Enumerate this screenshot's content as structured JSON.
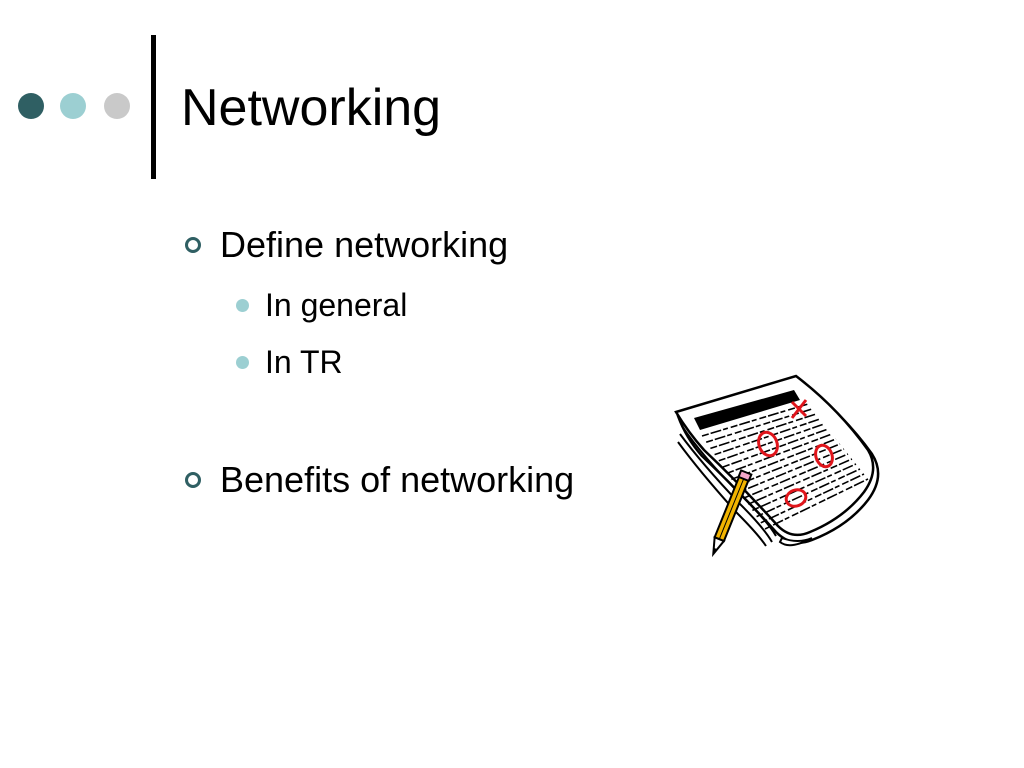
{
  "slide": {
    "title": "Networking",
    "bullets": [
      {
        "text": "Define networking",
        "sub_bullets": [
          {
            "text": "In general"
          },
          {
            "text": "In TR"
          }
        ]
      },
      {
        "text": "Benefits of networking",
        "sub_bullets": []
      }
    ]
  },
  "theme": {
    "dot_colors": [
      "#2f5f63",
      "#9ccfd2",
      "#c9c9c9"
    ],
    "bullet_ring_color": "#2f5f63",
    "sub_bullet_color": "#9ccfd2",
    "title_color": "#000000",
    "text_color": "#000000"
  },
  "clipart": {
    "icon": "newspaper-pencil-icon",
    "mark_color": "#e0151b"
  }
}
